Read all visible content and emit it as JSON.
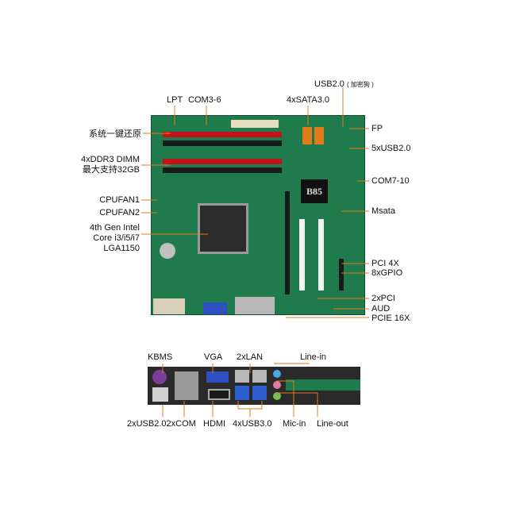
{
  "top_labels": {
    "usb_dongle": "USB2.0",
    "usb_dongle_note": "( 加密狗 )",
    "lpt": "LPT",
    "com36": "COM3-6",
    "sata": "4xSATA3.0"
  },
  "left_labels": {
    "system_restore": "系统一键还原",
    "ddr3_line1": "4xDDR3 DIMM",
    "ddr3_line2": "最大支持32GB",
    "cpufan1": "CPUFAN1",
    "cpufan2": "CPUFAN2",
    "cpu_line1": "4th Gen Intel",
    "cpu_line2": "Core i3/i5/i7",
    "cpu_line3": "LGA1150"
  },
  "right_labels": {
    "fp": "FP",
    "usb5": "5xUSB2.0",
    "com710": "COM7-10",
    "msata": "Msata",
    "pci4x": "PCI 4X",
    "gpio": "8xGPIO",
    "pci2x": "2xPCI",
    "aud": "AUD",
    "pcie16x": "PCIE 16X"
  },
  "chip_label": "B85",
  "io_labels": {
    "kbms": "KBMS",
    "vga": "VGA",
    "lan": "2xLAN",
    "linein": "Line-in",
    "usb2com": "2xUSB2.02xCOM",
    "hdmi": "HDMI",
    "usb3": "4xUSB3.0",
    "micin": "Mic-in",
    "lineout": "Line-out"
  },
  "colors": {
    "pcb": "#1f7a4c",
    "leader": "#e07a1a",
    "dimm_red": "#c4121a",
    "dimm_black": "#1a1a1a"
  }
}
